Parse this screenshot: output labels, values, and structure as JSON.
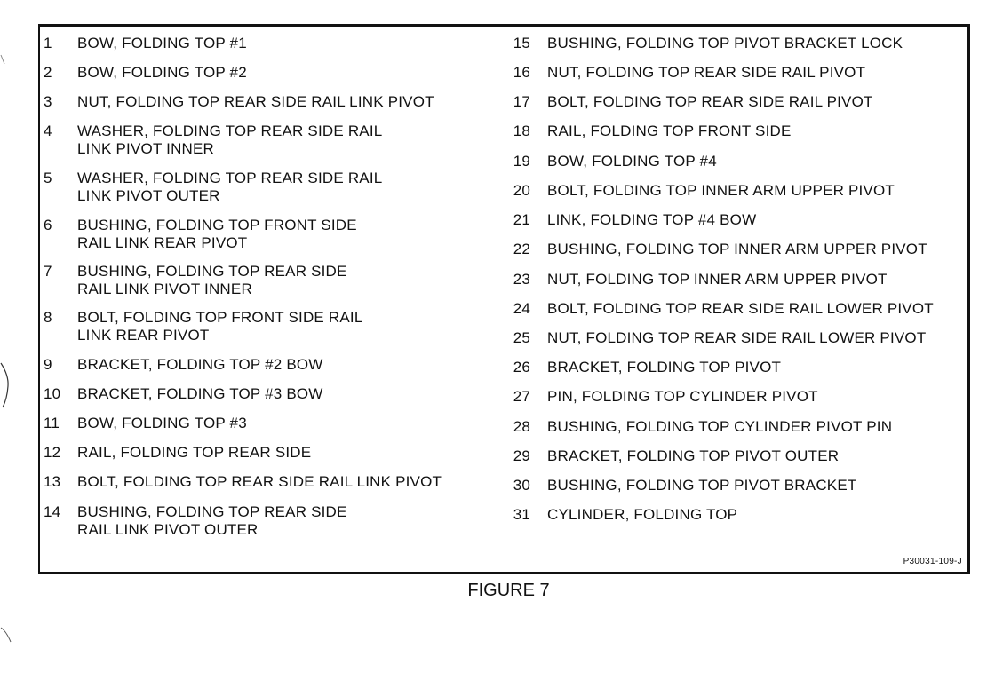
{
  "figure_caption": "FIGURE 7",
  "reference_code": "P30031-109-J",
  "left_column": [
    {
      "num": "1",
      "text": "BOW, FOLDING TOP #1"
    },
    {
      "num": "2",
      "text": "BOW, FOLDING TOP #2"
    },
    {
      "num": "3",
      "text": "NUT, FOLDING TOP REAR SIDE RAIL LINK PIVOT"
    },
    {
      "num": "4",
      "text": "WASHER, FOLDING TOP REAR SIDE RAIL\nLINK PIVOT INNER"
    },
    {
      "num": "5",
      "text": "WASHER, FOLDING TOP REAR SIDE RAIL\nLINK PIVOT OUTER"
    },
    {
      "num": "6",
      "text": "BUSHING, FOLDING TOP FRONT SIDE\nRAIL LINK REAR PIVOT"
    },
    {
      "num": "7",
      "text": "BUSHING, FOLDING TOP REAR SIDE\nRAIL LINK PIVOT INNER"
    },
    {
      "num": "8",
      "text": "BOLT, FOLDING TOP FRONT SIDE RAIL\nLINK REAR PIVOT"
    },
    {
      "num": "9",
      "text": "BRACKET, FOLDING TOP #2 BOW"
    },
    {
      "num": "10",
      "text": "BRACKET, FOLDING TOP #3 BOW"
    },
    {
      "num": "11",
      "text": "BOW, FOLDING TOP #3"
    },
    {
      "num": "12",
      "text": "RAIL, FOLDING TOP REAR SIDE"
    },
    {
      "num": "13",
      "text": "BOLT, FOLDING TOP REAR SIDE RAIL LINK PIVOT"
    },
    {
      "num": "14",
      "text": "BUSHING, FOLDING TOP REAR SIDE\nRAIL LINK PIVOT OUTER"
    }
  ],
  "right_column": [
    {
      "num": "15",
      "text": "BUSHING, FOLDING TOP PIVOT BRACKET LOCK"
    },
    {
      "num": "16",
      "text": "NUT, FOLDING TOP REAR SIDE RAIL PIVOT"
    },
    {
      "num": "17",
      "text": "BOLT, FOLDING TOP REAR SIDE RAIL PIVOT"
    },
    {
      "num": "18",
      "text": "RAIL, FOLDING TOP FRONT SIDE"
    },
    {
      "num": "19",
      "text": "BOW, FOLDING TOP #4"
    },
    {
      "num": "20",
      "text": "BOLT, FOLDING TOP INNER ARM UPPER PIVOT"
    },
    {
      "num": "21",
      "text": "LINK, FOLDING TOP #4 BOW"
    },
    {
      "num": "22",
      "text": "BUSHING, FOLDING TOP INNER ARM UPPER PIVOT"
    },
    {
      "num": "23",
      "text": "NUT, FOLDING TOP INNER ARM UPPER PIVOT"
    },
    {
      "num": "24",
      "text": "BOLT, FOLDING TOP REAR SIDE RAIL LOWER PIVOT"
    },
    {
      "num": "25",
      "text": "NUT, FOLDING TOP REAR SIDE RAIL LOWER PIVOT"
    },
    {
      "num": "26",
      "text": "BRACKET, FOLDING TOP PIVOT"
    },
    {
      "num": "27",
      "text": "PIN, FOLDING TOP CYLINDER PIVOT"
    },
    {
      "num": "28",
      "text": "BUSHING, FOLDING TOP CYLINDER PIVOT PIN"
    },
    {
      "num": "29",
      "text": "BRACKET, FOLDING TOP PIVOT OUTER"
    },
    {
      "num": "30",
      "text": "BUSHING, FOLDING TOP PIVOT BRACKET"
    },
    {
      "num": "31",
      "text": "CYLINDER, FOLDING TOP"
    }
  ]
}
